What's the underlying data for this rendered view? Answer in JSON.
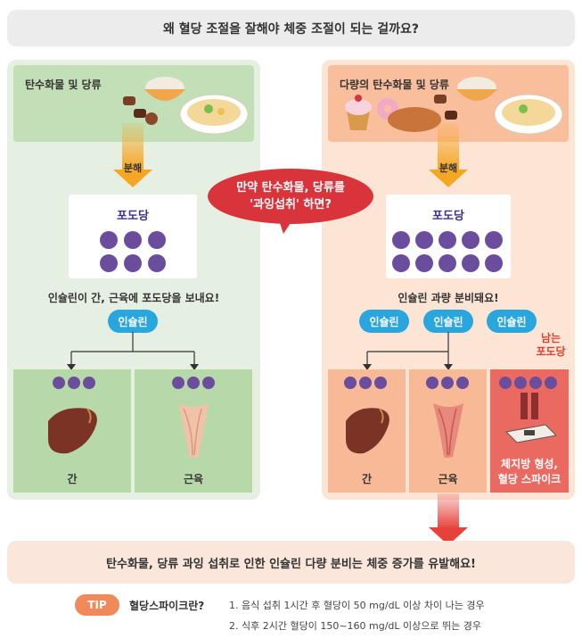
{
  "title": "왜 혈당 조절을 잘해야 체중 조절이 되는 걸까요?",
  "left": {
    "food_label": "탄수화물 및 당류",
    "arrow_label": "분해",
    "glucose_title": "포도당",
    "glucose_count": 6,
    "statement": "인슐린이 간, 근육에 포도당을 보내요!",
    "insulin_label": "인슐린",
    "organs": [
      {
        "label": "간",
        "dots": 3
      },
      {
        "label": "근육",
        "dots": 3
      }
    ]
  },
  "bubble": {
    "line1": "만약 탄수화물, 당류를",
    "line2": "'과잉섭취' 하면?"
  },
  "right": {
    "food_label": "다량의 탄수화물 및 당류",
    "arrow_label": "분해",
    "glucose_title": "포도당",
    "glucose_count": 10,
    "statement": "인슐린 과량 분비돼요!",
    "insulin_labels": [
      "인슐린",
      "인슐린",
      "인슐린"
    ],
    "remaining_label_1": "남는",
    "remaining_label_2": "포도당",
    "organs": [
      {
        "label": "간",
        "dots": 3
      },
      {
        "label": "근육",
        "dots": 3
      },
      {
        "label_1": "체지방 형성,",
        "label_2": "혈당 스파이크",
        "dots": 4
      }
    ]
  },
  "conclusion": "탄수화물, 당류 과잉 섭취로 인한 인슐린 다량 분비는 체중 증가를 유발해요!",
  "tip": {
    "badge": "TIP",
    "title": "혈당스파이크란?",
    "items": [
      "1. 음식 섭취 1시간 후 혈당이 50 mg/dL 이상 차이 나는 경우",
      "2. 식후 2시간 혈당이 150~160 mg/dL 이상으로 뛰는 경우"
    ]
  },
  "colors": {
    "green_panel": "#e6f0e2",
    "peach_panel": "#fde5d6",
    "glucose_dot": "#6b4d9e",
    "insulin": "#2aa6df",
    "alert_red": "#d9343c",
    "arrow_orange": "#f5a623"
  }
}
